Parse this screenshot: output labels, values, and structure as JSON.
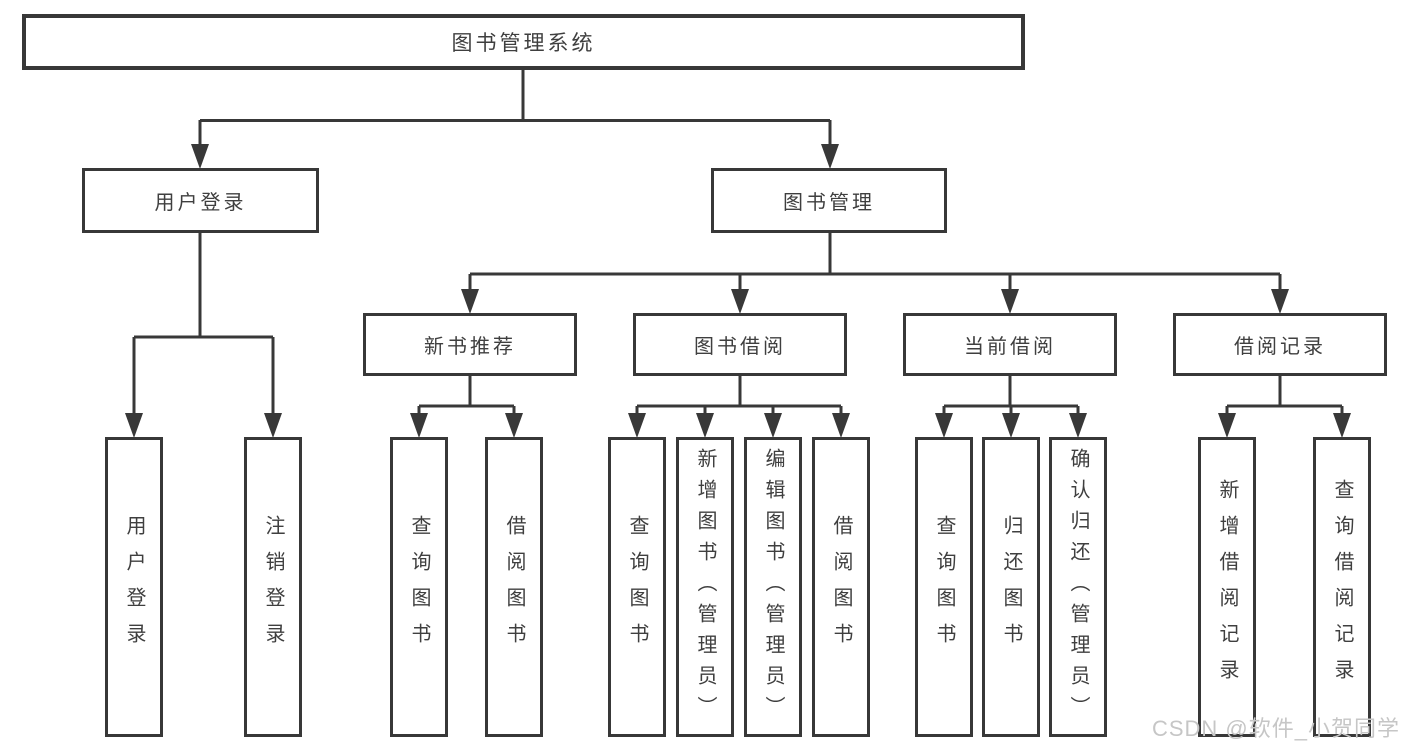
{
  "tree": {
    "label": "图书管理系统",
    "children": [
      {
        "label": "用户登录",
        "children": [
          {
            "label": "用户登录"
          },
          {
            "label": "注销登录"
          }
        ]
      },
      {
        "label": "图书管理",
        "children": [
          {
            "label": "新书推荐",
            "children": [
              {
                "label": "查询图书"
              },
              {
                "label": "借阅图书"
              }
            ]
          },
          {
            "label": "图书借阅",
            "children": [
              {
                "label": "查询图书"
              },
              {
                "label": "新增图书（管理员）"
              },
              {
                "label": "编辑图书（管理员）"
              },
              {
                "label": "借阅图书"
              }
            ]
          },
          {
            "label": "当前借阅",
            "children": [
              {
                "label": "查询图书"
              },
              {
                "label": "归还图书"
              },
              {
                "label": "确认归还（管理员）"
              }
            ]
          },
          {
            "label": "借阅记录",
            "children": [
              {
                "label": "新增借阅记录"
              },
              {
                "label": "查询借阅记录"
              }
            ]
          }
        ]
      }
    ]
  },
  "watermark": {
    "text": "CSDN @软件_小贺同学"
  },
  "colors": {
    "line": "#383838",
    "border": "#383838",
    "text": "#3f3f3f",
    "background": "#ffffff",
    "watermark": "#c6c6c6"
  }
}
